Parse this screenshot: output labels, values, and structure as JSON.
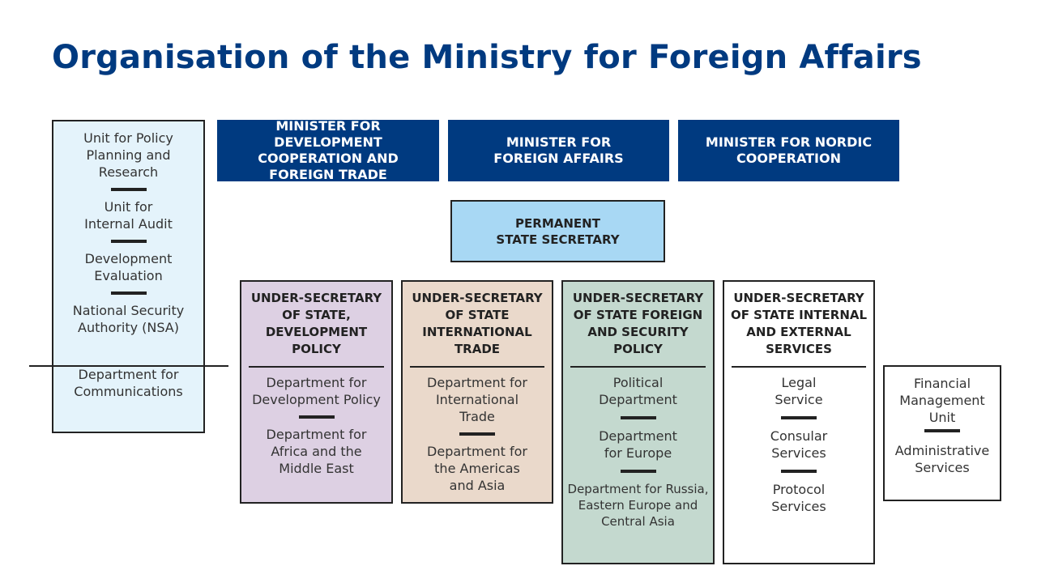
{
  "title": "Organisation of the Ministry for Foreign Affairs",
  "ministers": [
    "MINISTER FOR DEVELOPMENT COOPERATION AND FOREIGN TRADE",
    "MINISTER FOR FOREIGN AFFAIRS",
    "MINISTER FOR NORDIC COOPERATION"
  ],
  "permanent_state_secretary": "PERMANENT STATE SECRETARY",
  "left_units": [
    "Unit for Policy Planning and Research",
    "Unit for Internal Audit",
    "Development Evaluation",
    "National Security Authority (NSA)"
  ],
  "communications": "Department for Communications",
  "under_secretaries": [
    {
      "title": "UNDER-SECRETARY  OF STATE, DEVELOPMENT POLICY",
      "departments": [
        "Department for Development Policy",
        "Department for Africa and the Middle East"
      ]
    },
    {
      "title": "UNDER-SECRETARY OF STATE INTERNATIONAL TRADE",
      "departments": [
        "Department for International Trade",
        "Department for the Americas and Asia"
      ]
    },
    {
      "title": "UNDER-SECRETARY OF STATE FOREIGN AND SECURITY POLICY",
      "departments": [
        "Political Department",
        "Department for Europe",
        "Department for Russia, Eastern Europe and Central Asia"
      ]
    },
    {
      "title": "UNDER-SECRETARY OF STATE INTERNAL AND EXTERNAL SERVICES",
      "departments": [
        "Legal Service",
        "Consular Services",
        "Protocol Services"
      ]
    }
  ],
  "admin_units": [
    "Financial Management Unit",
    "Administrative Services"
  ],
  "colors": {
    "title": "#003a80",
    "minister_bg": "#003a80",
    "pss_bg": "#a8d8f4",
    "left_bg": "#e4f3fb",
    "dev_bg": "#ddd0e3",
    "trade_bg": "#ead9cb",
    "security_bg": "#c4d9cf",
    "services_bg": "#ffffff"
  }
}
